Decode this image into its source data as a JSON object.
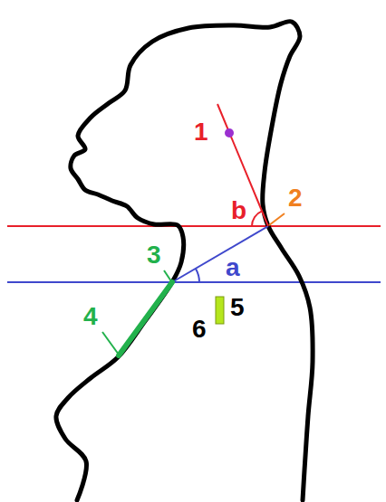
{
  "diagram": {
    "labels": [
      "1",
      "b",
      "2",
      "3",
      "a",
      "4",
      "6",
      "5"
    ]
  }
}
